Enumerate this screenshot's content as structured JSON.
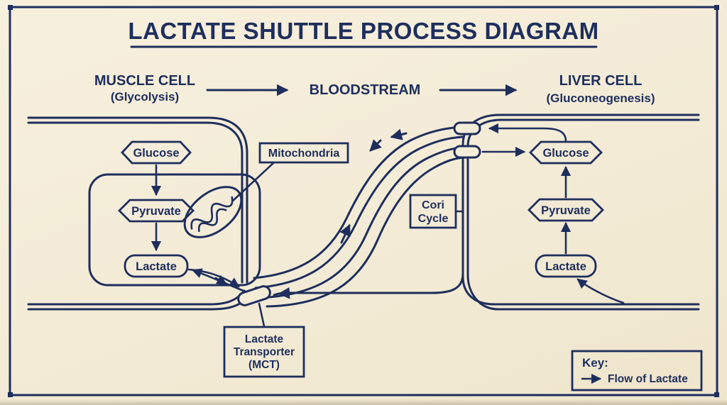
{
  "title": "LACTATE SHUTTLE PROCESS DIAGRAM",
  "colors": {
    "ink": "#1e2e5d",
    "paper": "#f3ecd7"
  },
  "headers": {
    "muscle_line1": "MUSCLE CELL",
    "muscle_line2": "(Glycolysis)",
    "bloodstream": "BLOODSTREAM",
    "liver_line1": "LIVER CELL",
    "liver_line2": "(Gluconeogenesis)"
  },
  "muscle": {
    "glucose": "Glucose",
    "pyruvate": "Pyruvate",
    "lactate": "Lactate"
  },
  "liver": {
    "glucose": "Glucose",
    "pyruvate": "Pyruvate",
    "lactate": "Lactate"
  },
  "labels": {
    "mitochondria": "Mitochondria",
    "cori_line1": "Cori",
    "cori_line2": "Cycle",
    "mct_line1": "Lactate",
    "mct_line2": "Transporter",
    "mct_line3": "(MCT)"
  },
  "key": {
    "title": "Key:",
    "entry": "Flow of Lactate"
  }
}
